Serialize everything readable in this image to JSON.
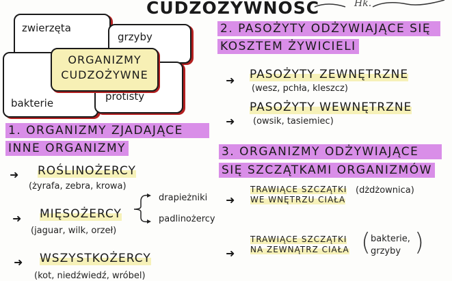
{
  "title": "CUDZOŻYWNOŚĆ",
  "signature": "Hk.",
  "diagram": {
    "center": [
      "ORGANIZMY",
      "CUDZOŻYWNE"
    ],
    "boxes": [
      "zwierzęta",
      "grzyby",
      "bakterie",
      "protisty"
    ]
  },
  "section1": {
    "heading": [
      "1. ORGANIZMY ZJADAJĄCE",
      "INNE ORGANIZMY"
    ],
    "items": [
      {
        "label": "ROŚLINOŻERCY",
        "examples": "(żyrafa, zebra, krowa)"
      },
      {
        "label": "MIĘSOŻERCY",
        "examples": "(jaguar, wilk, orzeł)",
        "branches": [
          "drapieżniki",
          "padlinożercy"
        ]
      },
      {
        "label": "WSZYSTKOŻERCY",
        "examples": "(kot, niedźwiedź, wróbel)"
      }
    ]
  },
  "section2": {
    "heading": [
      "2. PASOŻYTY ODŻYWIAJĄCE SIĘ",
      "KOSZTEM ŻYWICIELI"
    ],
    "items": [
      {
        "label": "PASOŻYTY ZEWNĘTRZNE",
        "examples": "(wesz, pchła, kleszcz)"
      },
      {
        "label": "PASOŻYTY WEWNĘTRZNE",
        "examples": "(owsik, tasiemiec)"
      }
    ]
  },
  "section3": {
    "heading": [
      "3. ORGANIZMY ODŻYWIAJĄCE",
      "SIĘ SZCZĄTKAMI ORGANIZMÓW"
    ],
    "items": [
      {
        "label": [
          "TRAWIĄCE SZCZĄTKI",
          "WE WNĘTRZU CIAŁA"
        ],
        "examples": [
          "(dżdżownica)"
        ]
      },
      {
        "label": [
          "TRAWIĄCE SZCZĄTKI",
          "NA ZEWNĄTRZ CIAŁA"
        ],
        "examples": [
          "bakterie,",
          "grzyby"
        ]
      }
    ]
  },
  "colors": {
    "highlight_purple": "#d98ee8",
    "highlight_yellow": "#f6f1b8",
    "box_shadow_red": "#b32020"
  },
  "icons": [
    "arrow-right-icon",
    "curly-brace-icon"
  ]
}
